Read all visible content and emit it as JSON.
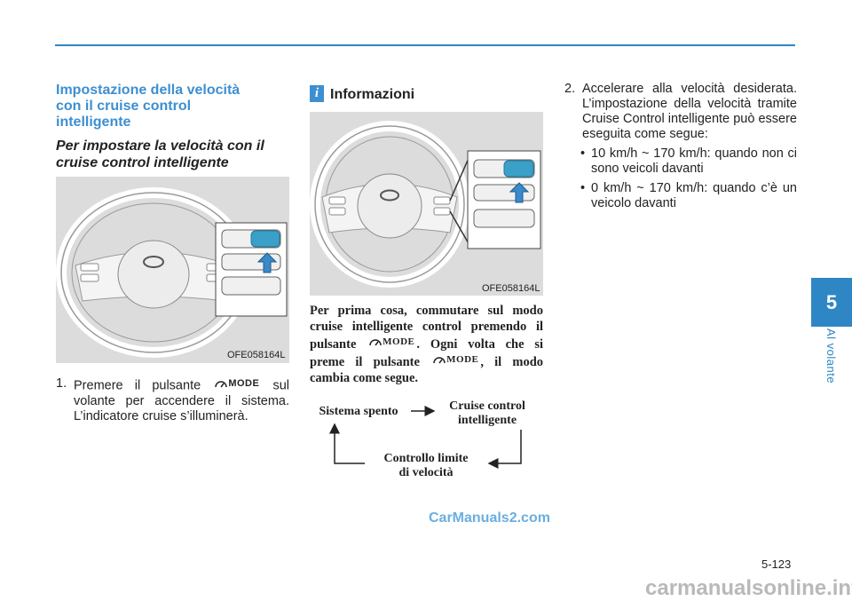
{
  "header": {
    "section_title": "Impostazione della velocità con il cruise control intelligente",
    "subtitle": "Per impostare la velocità con il cruise control intelligente"
  },
  "figure_left": {
    "label": "OFE058164L"
  },
  "steps": {
    "step1": {
      "number": "1.",
      "text_before": "Premere il pulsante",
      "button": "MODE",
      "text_after": "sul volante per accendere il sistema. L’indicatore cruise s’illuminerà."
    },
    "step2": {
      "number": "2.",
      "text": "Accelerare alla velocità desiderata. L’impostazione della velocità tramite Cruise Control intelligente può essere eseguita come segue:",
      "bullets": [
        "10 km/h ~ 170 km/h: quando non ci sono veicoli davanti",
        "0 km/h ~ 170 km/h: quando c’è un veicolo davanti"
      ]
    }
  },
  "info": {
    "icon": "i",
    "title": "Informazioni",
    "figure_label": "OFE058164L",
    "para": {
      "p1": "Per prima cosa, commutare sul modo cruise intelligente control premendo il pulsante",
      "button": "MODE",
      "p2": ". Ogni volta che si preme il pulsante",
      "p3": ", il modo cambia come segue."
    },
    "diagram": {
      "off": "Sistema spento",
      "cruise_line1": "Cruise control",
      "cruise_line2": "intelligente",
      "limit_line1": "Controllo limite",
      "limit_line2": "di velocità"
    }
  },
  "chapter": {
    "number": "5",
    "name": "Al volante"
  },
  "page": {
    "number": "5-123"
  },
  "watermarks": {
    "top": "CarManuals2.com",
    "bottom": "carmanualsonline.info"
  },
  "colors": {
    "accent": "#2f86c4",
    "heading": "#3d8fd1",
    "button_highlight": "#3aa0c8"
  }
}
